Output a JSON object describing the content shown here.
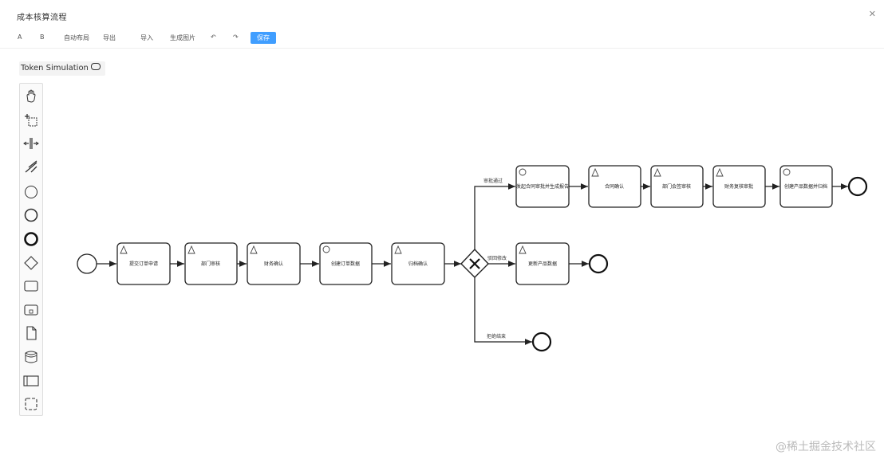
{
  "window": {
    "title": "成本核算流程",
    "close_icon": "close-icon"
  },
  "toolbar": {
    "items": [
      "A",
      "B",
      "自动布局",
      "导出",
      "导入",
      "生成图片",
      "↶",
      "↷"
    ],
    "primary_label": "保存"
  },
  "token_simulation": {
    "label": "Token Simulation"
  },
  "palette": {
    "tools": [
      "hand-tool-icon",
      "lasso-tool-icon",
      "space-tool-icon",
      "global-connect-icon",
      "start-event-icon",
      "intermediate-event-icon",
      "end-event-icon",
      "gateway-icon",
      "task-icon",
      "subprocess-icon",
      "data-object-icon",
      "data-store-icon",
      "participant-icon",
      "group-icon"
    ]
  },
  "diagram": {
    "tasks": [
      "提交订单申请",
      "部门审核",
      "财务确认",
      "创建订单数据",
      "归档确认",
      "发起合同审批并生成报告",
      "合同确认",
      "部门会签审核",
      "财务复核审批",
      "创建产品数据并归档",
      "更新产品数据"
    ],
    "flow_labels": [
      "审批通过",
      "驳回修改",
      "拒绝结束"
    ]
  },
  "watermark": "@稀土掘金技术社区"
}
